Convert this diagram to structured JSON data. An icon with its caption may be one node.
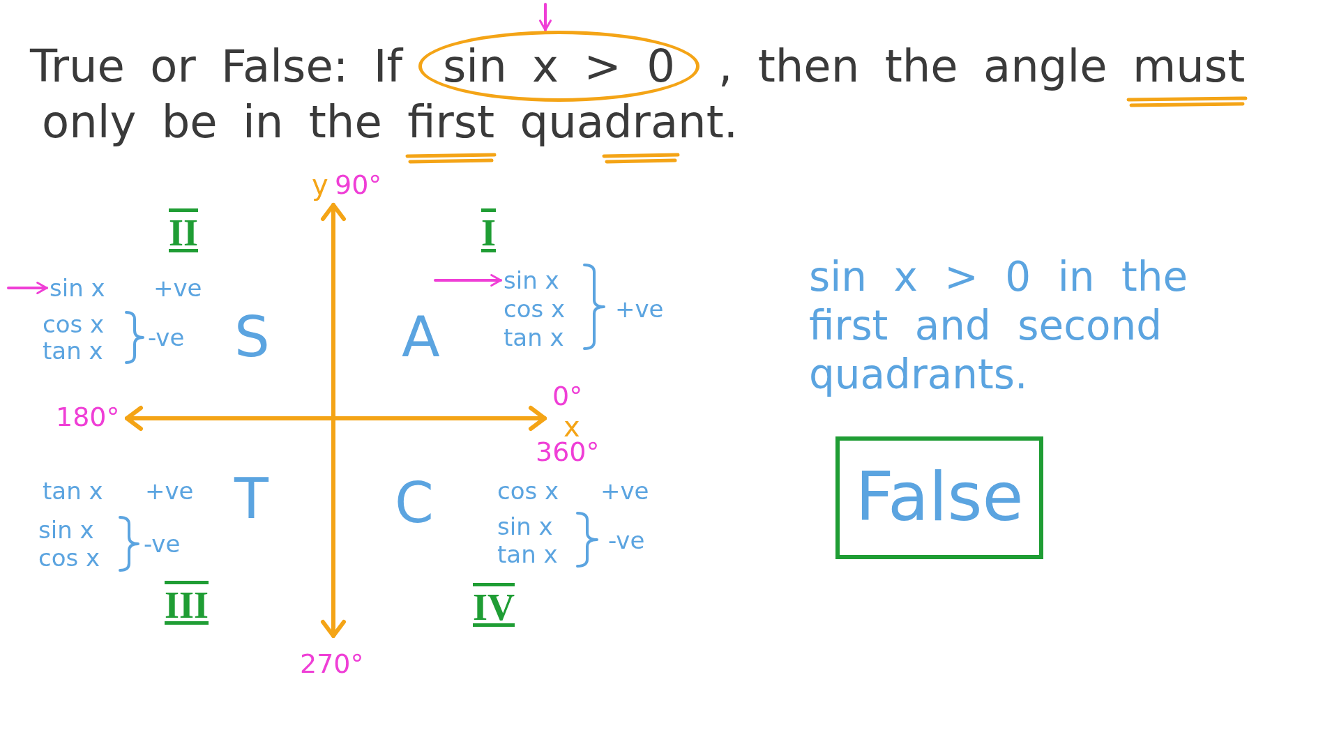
{
  "diagram": {
    "nodes": [
      {
        "text": [
          "sin x > 0"
        ]
      },
      {
        "text": [
          "sin x"
        ]
      },
      {
        "text": [
          "sin x"
        ]
      },
      {
        "text": [
          "False"
        ]
      }
    ],
    "edges": [
      {
        "from": null,
        "to": 0,
        "arrow": "to"
      },
      {
        "from": null,
        "to": 1,
        "arrow": "to"
      },
      {
        "from": null,
        "to": 2,
        "arrow": "to"
      }
    ],
    "labels": [
      "True or False: If",
      ", then the angle must",
      "only be in the first quadrant.",
      "y",
      "90°",
      "II",
      "I",
      "+ve",
      "cos x",
      "tan x",
      "-ve",
      "S",
      "cos x",
      "tan x",
      "+ve",
      "A",
      "sin x > 0 in the first and second quadrants.",
      "180°",
      "0°",
      "x",
      "360°",
      "tan x",
      "+ve",
      "T",
      "sin x",
      "cos x",
      "-ve",
      "C",
      "cos x",
      "+ve",
      "sin x",
      "tan x",
      "-ve",
      "III",
      "IV",
      "270°"
    ]
  }
}
